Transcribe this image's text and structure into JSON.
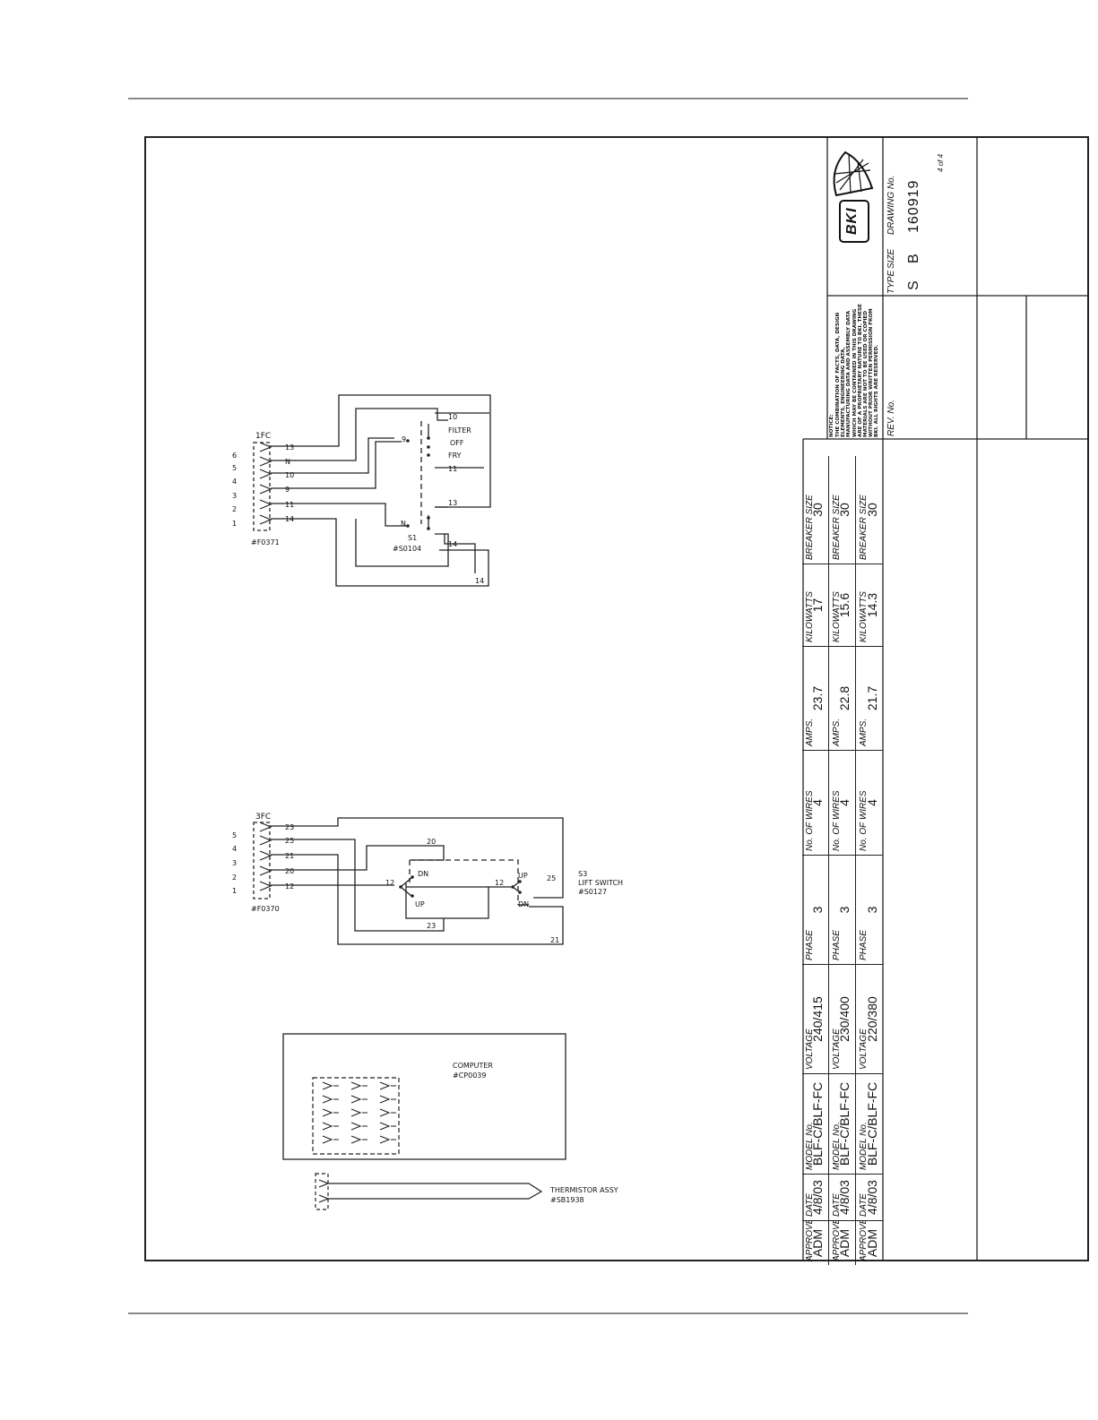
{
  "schematic": {
    "plug_1fc": {
      "label": "1FC",
      "part": "#F0371",
      "pins": [
        "6",
        "5",
        "4",
        "3",
        "2",
        "1"
      ],
      "wires": [
        "13",
        "N",
        "10",
        "9",
        "11",
        "14"
      ]
    },
    "switch_s1": {
      "label": "S1",
      "part": "#S0104",
      "positions": [
        "FILTER",
        "OFF",
        "FRY"
      ],
      "terminals": [
        "10",
        "9",
        "11",
        "13",
        "N",
        "14",
        "14"
      ]
    },
    "plug_3fc": {
      "label": "3FC",
      "part": "#F0370",
      "pins": [
        "5",
        "4",
        "3",
        "2",
        "1"
      ],
      "wires": [
        "23",
        "25",
        "21",
        "20",
        "12"
      ]
    },
    "switch_s3": {
      "label": "S3",
      "name": "LIFT SWITCH",
      "part": "#S0127",
      "terminals": [
        "20",
        "DN",
        "12",
        "UP",
        "23",
        "12",
        "UP",
        "25",
        "DN",
        "21"
      ]
    },
    "computer": {
      "label": "COMPUTER",
      "part": "#CP0039"
    },
    "thermistor": {
      "label": "THERMISTOR ASSY",
      "part": "#SB1938"
    }
  },
  "title_block": {
    "headers": [
      "APPROVED BY",
      "DATE",
      "MODEL No.",
      "VOLTAGE",
      "PHASE",
      "No. OF WIRES",
      "AMPS.",
      "KILOWATTS",
      "BREAKER SIZE"
    ],
    "rows": [
      [
        "ADM",
        "4/8/03",
        "BLF-C/BLF-FC",
        "240/415",
        "3",
        "4",
        "23.7",
        "17",
        "30"
      ],
      [
        "ADM",
        "4/8/03",
        "BLF-C/BLF-FC",
        "230/400",
        "3",
        "4",
        "22.8",
        "15.6",
        "30"
      ],
      [
        "ADM",
        "4/8/03",
        "BLF-C/BLF-FC",
        "220/380",
        "3",
        "4",
        "21.7",
        "14.3",
        "30"
      ]
    ],
    "notice_title": "NOTICE:",
    "notice_text": "THE COMBINATION OF FACTS, DATA, DESIGN ELEMENTS, ENGINEERING DATA, MANUFACTURING DATA AND ASSEMBLY DATA WHICH MAY BE CONTAINED IN THIS DRAWING ARE OF A PROPRIETARY NATURE TO BKI. THESE MATERIALS ARE NOT TO BE USED OR COPIED WITHOUT PRIOR WRITTEN PERMISSION FROM BKI. ALL RIGHTS ARE RESERVED.",
    "rev_label": "REV. No.",
    "logo_text": "BKI",
    "type_label": "TYPE",
    "size_label": "SIZE",
    "drawing_label": "DRAWING No.",
    "type_value": "S",
    "size_value": "B",
    "drawing_value": "160919",
    "sheet": "4 of 4"
  }
}
